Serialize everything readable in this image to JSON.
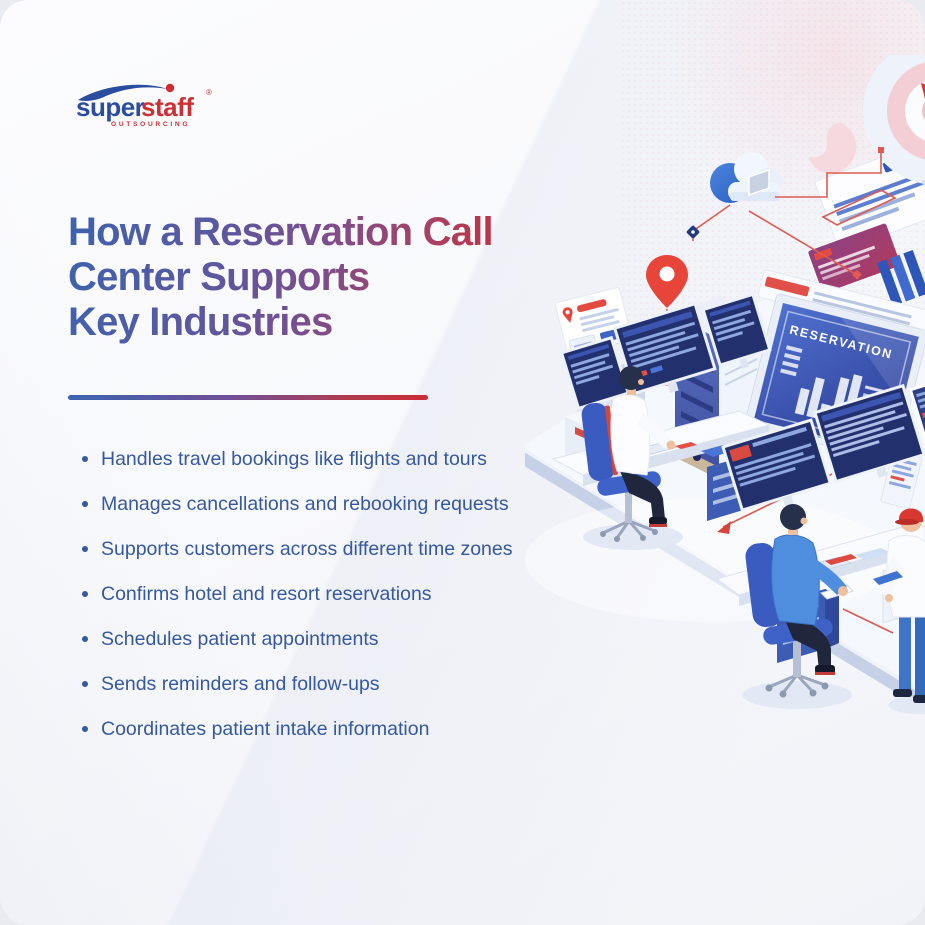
{
  "logo": {
    "brand_primary": "super",
    "brand_secondary": "staff",
    "registered_mark": "®",
    "tagline": "OUTSOURCING"
  },
  "title": {
    "line1": "How a Reservation Call",
    "line2": "Center Supports",
    "line3": "Key Industries"
  },
  "bullets": [
    "Handles travel bookings like flights and tours",
    "Manages cancellations and rebooking requests",
    "Supports customers across different time zones",
    "Confirms hotel and resort reservations",
    "Schedules patient appointments",
    "Sends reminders and follow-ups",
    "Coordinates patient intake information"
  ],
  "illustration": {
    "screen_label": "RESERVATION",
    "icons": [
      "cloud-icon",
      "location-pin-icon",
      "target-balloon-icon",
      "teardrop-balloon-icon",
      "server-icon",
      "monitor-wall-icon",
      "agent-avatar",
      "circuit-lines"
    ]
  },
  "colors": {
    "brand_blue": "#2B4DA0",
    "brand_red": "#CD2F34",
    "text_blue": "#35589F",
    "title_gradient_start": "#3E62AE",
    "title_gradient_mid": "#7A4E8E",
    "title_gradient_end": "#CC2D38",
    "divider_start": "#3C63B0",
    "divider_end": "#CE2B36",
    "illustration_red": "#E05048",
    "illustration_navy": "#22316E"
  }
}
